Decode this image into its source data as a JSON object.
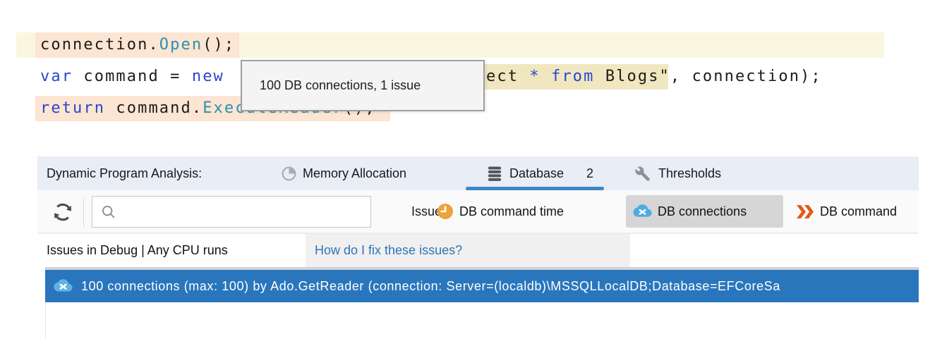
{
  "code": {
    "line1": {
      "p1": "connection.",
      "p2": "Open",
      "p3": "();"
    },
    "line2a": {
      "k1": "var",
      "t1": " command = ",
      "k2": "new"
    },
    "line2b": {
      "s1": "ect ",
      "kw": "* from",
      "s3": " Blogs",
      "rest": "\", connection);"
    },
    "line3": {
      "k": "return",
      "t1": " command.",
      "m": "ExecuteReader",
      "t2": "();"
    }
  },
  "tooltip": {
    "text": "100 DB connections, 1 issue"
  },
  "panel": {
    "title": "Dynamic Program Analysis:",
    "tabs": [
      {
        "label": "Memory Allocation",
        "icon": "pie-chart-icon"
      },
      {
        "label": "Database",
        "count": "2",
        "icon": "database-icon",
        "selected": true
      },
      {
        "label": "Thresholds",
        "icon": "wrench-icon"
      }
    ],
    "toolbar": {
      "refresh_icon": "refresh-icon",
      "search": {
        "placeholder": "",
        "value": "",
        "icon": "search-icon"
      },
      "issues_label": "Issues:",
      "filters": [
        {
          "label": "DB command time",
          "icon": "clock-icon",
          "selected": false
        },
        {
          "label": "DB connections",
          "icon": "cloud-swap-icon",
          "selected": true
        },
        {
          "label": "DB command",
          "icon": "double-chevron-icon",
          "selected": false
        }
      ]
    },
    "subtabs": {
      "runs_label": "Issues in Debug | Any CPU runs",
      "help_label": "How do I fix these issues?"
    },
    "issue_row": {
      "icon": "cloud-swap-icon",
      "text": "100 connections (max: 100) by Ado.GetReader (connection: Server=(localdb)\\MSSQLLocalDB;Database=EFCoreSa"
    }
  },
  "colors": {
    "selected_row_blue": "#2a76bd",
    "tab_underline_blue": "#3e86c6",
    "link_blue": "#2e75b6",
    "header_bg": "#e9edf5",
    "chip_selected_bg": "#d6d6d6",
    "code_keyword_blue": "#2847cd",
    "code_method_teal": "#2b91af",
    "code_line_yellow": "#faf7e1",
    "code_highlight_peach": "#fce5d2",
    "code_string_yellow": "#f0e7c0",
    "clock_orange": "#efa13b",
    "chevron_orange": "#e4591a",
    "cloud_blue": "#4fabdf"
  }
}
